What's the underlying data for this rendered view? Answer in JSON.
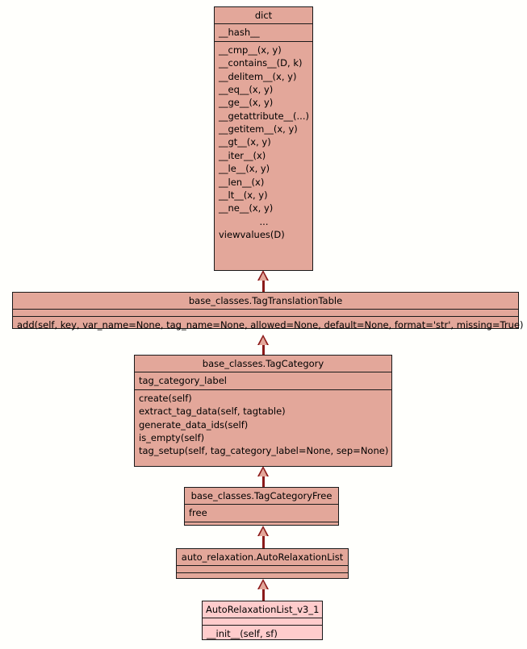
{
  "diagram": {
    "title": "UML class inheritance hierarchy",
    "background_color": "#fffffc",
    "class_fill_color": "#e3a79a",
    "leaf_fill_color": "#ffcccc",
    "border_color": "#1a1a1a",
    "connector_color": "#8b1a1a",
    "relationship": "generalization"
  },
  "classes": [
    {
      "id": "dict",
      "name": "dict",
      "attributes": [
        "__hash__"
      ],
      "operations": [
        "__cmp__(x, y)",
        "__contains__(D, k)",
        "__delitem__(x, y)",
        "__eq__(x, y)",
        "__ge__(x, y)",
        "__getattribute__(...)",
        "__getitem__(x, y)",
        "__gt__(x, y)",
        "__iter__(x)",
        "__le__(x, y)",
        "__len__(x)",
        "__lt__(x, y)",
        "__ne__(x, y)",
        "...",
        "viewvalues(D)"
      ]
    },
    {
      "id": "tag-translation-table",
      "name": "base_classes.TagTranslationTable",
      "attributes": [],
      "operations": [
        "add(self, key, var_name=None, tag_name=None, allowed=None, default=None, format='str', missing=True)"
      ]
    },
    {
      "id": "tag-category",
      "name": "base_classes.TagCategory",
      "attributes": [
        "tag_category_label"
      ],
      "operations": [
        "create(self)",
        "extract_tag_data(self, tagtable)",
        "generate_data_ids(self)",
        "is_empty(self)",
        "tag_setup(self, tag_category_label=None, sep=None)"
      ]
    },
    {
      "id": "tag-category-free",
      "name": "base_classes.TagCategoryFree",
      "attributes": [
        "free"
      ],
      "operations": []
    },
    {
      "id": "auto-relaxation-list",
      "name": "auto_relaxation.AutoRelaxationList",
      "attributes": [],
      "operations": []
    },
    {
      "id": "auto-relaxation-list-v3-1",
      "name": "AutoRelaxationList_v3_1",
      "attributes": [],
      "operations": [
        "__init__(self, sf)"
      ]
    }
  ],
  "generalizations": [
    {
      "from": "base_classes.TagTranslationTable",
      "to": "dict"
    },
    {
      "from": "base_classes.TagCategory",
      "to": "base_classes.TagTranslationTable"
    },
    {
      "from": "base_classes.TagCategoryFree",
      "to": "base_classes.TagCategory"
    },
    {
      "from": "auto_relaxation.AutoRelaxationList",
      "to": "base_classes.TagCategoryFree"
    },
    {
      "from": "AutoRelaxationList_v3_1",
      "to": "auto_relaxation.AutoRelaxationList"
    }
  ]
}
